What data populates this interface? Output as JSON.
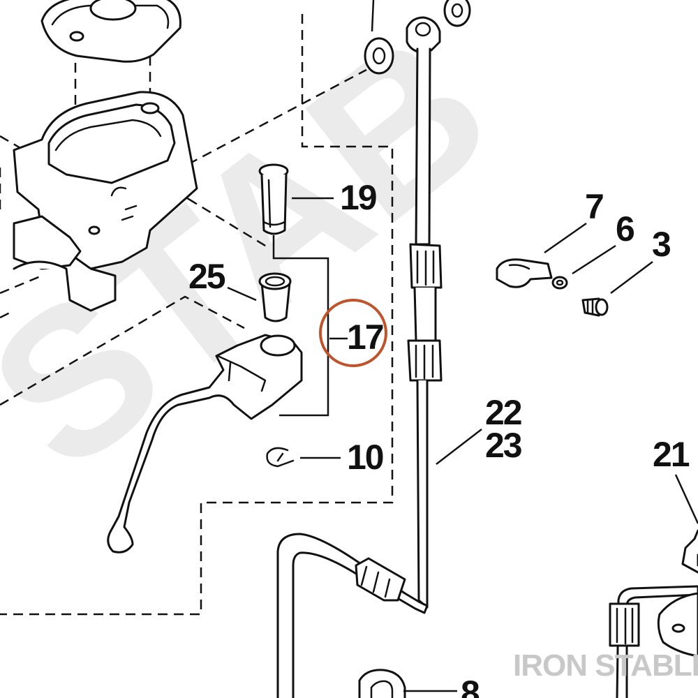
{
  "callouts": {
    "p19": "19",
    "p25": "25",
    "p17": "17",
    "p10": "10",
    "p7": "7",
    "p6": "6",
    "p3": "3",
    "p22": "22",
    "p23": "23",
    "p21": "21",
    "p8": "8"
  },
  "watermark": "IRON STABLE",
  "highlight_color": "#c0532a"
}
